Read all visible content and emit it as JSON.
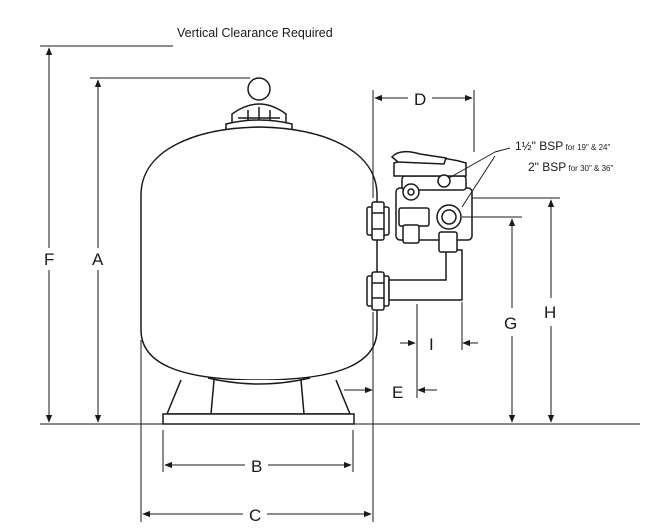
{
  "title": "Vertical Clearance Required",
  "labels": {
    "A": "A",
    "B": "B",
    "C": "C",
    "D": "D",
    "E": "E",
    "F": "F",
    "G": "G",
    "H": "H",
    "I": "I"
  },
  "port_notes": [
    {
      "size": "1½\" BSP",
      "detail": " for 19\" & 24\""
    },
    {
      "size": "2\" BSP",
      "detail": " for 30\" & 36\""
    }
  ]
}
